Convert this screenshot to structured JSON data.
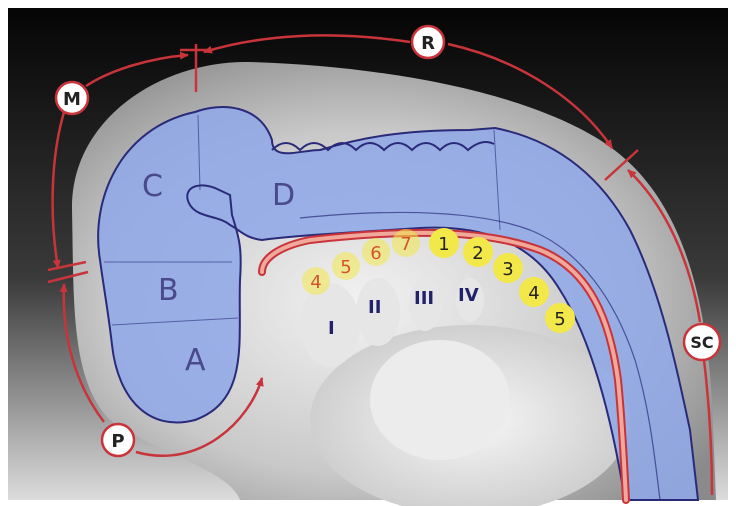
{
  "regions": {
    "A": "A",
    "B": "B",
    "C": "C",
    "D": "D"
  },
  "divisions": {
    "prosencephalon": "P",
    "mesencephalon": "M",
    "rhombencephalon": "R",
    "spinal_cord": "SC"
  },
  "pharyngeal_arches": [
    "I",
    "II",
    "III",
    "IV"
  ],
  "somites_orange": [
    "4",
    "5",
    "6",
    "7"
  ],
  "somites_yellow": [
    "1",
    "2",
    "3",
    "4",
    "5"
  ],
  "colors": {
    "neural_fill": "#8fa8e6",
    "neural_outline": "#2a2a7a",
    "arrow_red": "#c8343a",
    "somite_yellow": "#f3e84a",
    "somite_orange_text": "#d4552a",
    "notochord": "#f0a89a"
  }
}
